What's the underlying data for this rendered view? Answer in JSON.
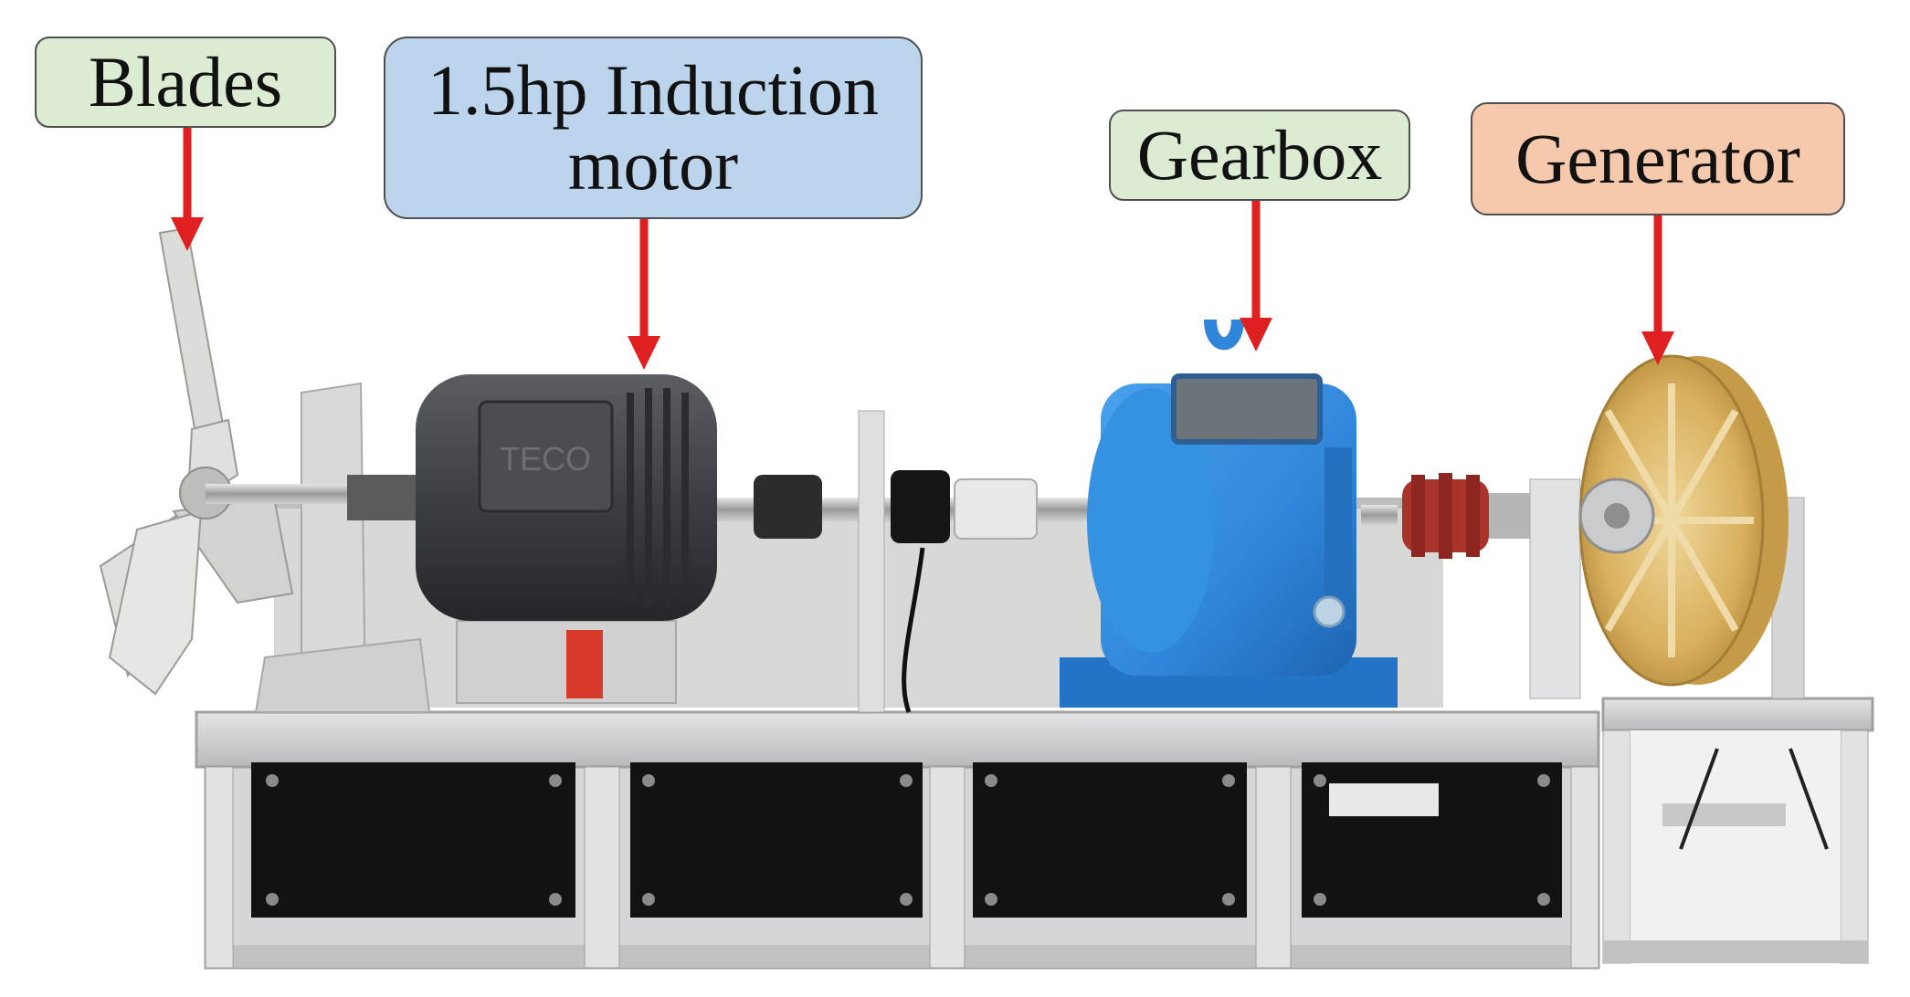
{
  "labels": {
    "blades": "Blades",
    "motor": "1.5hp Induction\nmotor",
    "gearbox": "Gearbox",
    "generator": "Generator"
  },
  "motor_brand": "TECO",
  "colors": {
    "arrow": "#e02020",
    "label_green": "#dbecd2",
    "label_blue": "#bcd5ec",
    "label_orange": "#f6c9ad",
    "gearbox_blue": "#2f86db",
    "motor_gray": "#3c3f43",
    "generator_gold": "#d9b15f",
    "frame_silver": "#c9cbcc",
    "panel_black": "#121212"
  }
}
